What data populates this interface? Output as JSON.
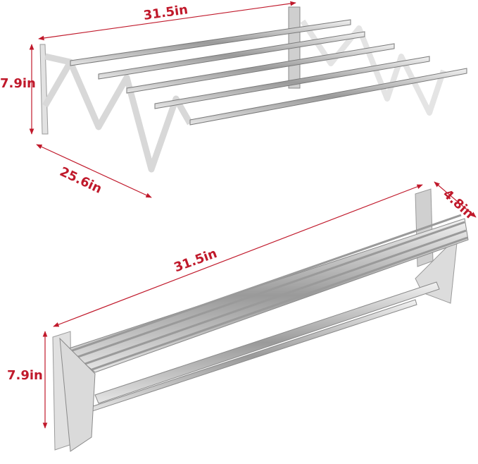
{
  "figure": {
    "description": "Wall-mounted retractable drying rack dimensions",
    "accent_color": "#c0192b",
    "top_view": {
      "state": "extended",
      "length_label": "31.5in",
      "height_label": "7.9in",
      "depth_label": "25.6in",
      "rods": 5
    },
    "bottom_view": {
      "state": "folded",
      "length_label": "31.5in",
      "height_label": "7.9in",
      "depth_label": "4.8in"
    }
  }
}
